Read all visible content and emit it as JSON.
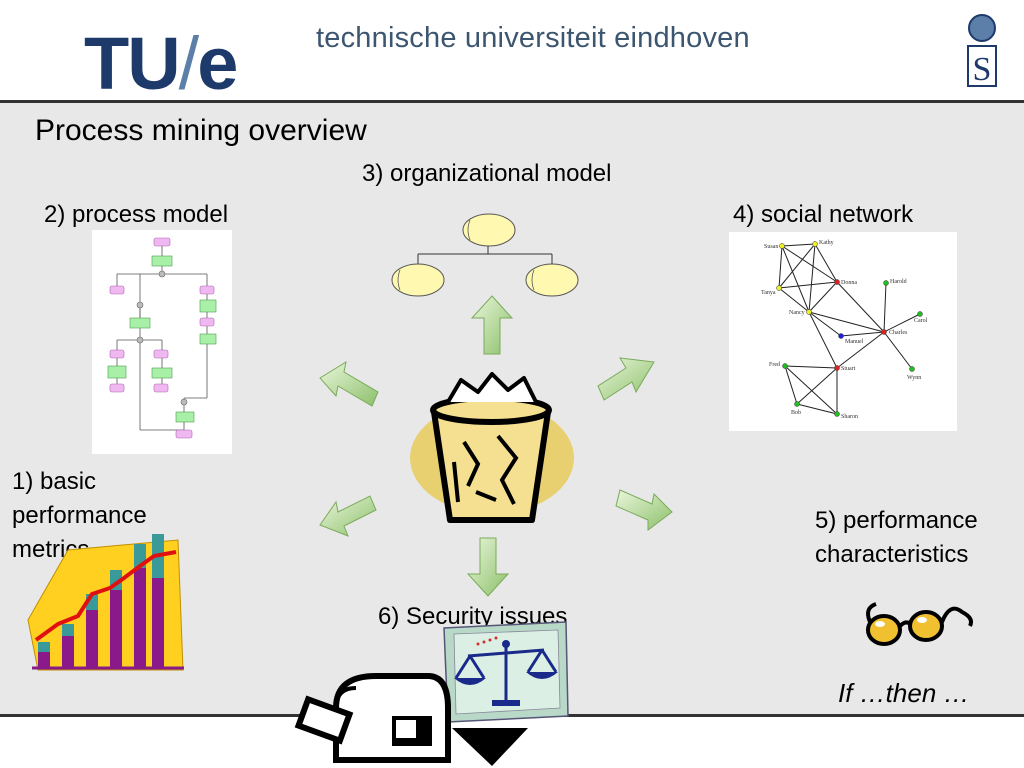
{
  "header": {
    "logo_text": "TU/e",
    "university_name": "technische universiteit eindhoven",
    "s_logo_letter": "S"
  },
  "title": "Process mining overview",
  "labels": {
    "org_model": "3) organizational model",
    "process_model": "2) process model",
    "social_network": "4) social network",
    "basic_metrics_l1": "1) basic",
    "basic_metrics_l2": "performance",
    "basic_metrics_l3": "metrics",
    "perf_char_l1": "5) performance",
    "perf_char_l2": "characteristics",
    "security": "6) Security issues",
    "if_then": "If …then …"
  },
  "social_network_nodes": [
    "Susan",
    "Kathy",
    "Tanya",
    "Donna",
    "Harold",
    "Nancy",
    "Carol",
    "Manuel",
    "Charles",
    "Fred",
    "Stuart",
    "Wynn",
    "Bob",
    "Sharon"
  ],
  "colors": {
    "brand": "#1d3a6b",
    "arrow_green": "#9ccc78",
    "panel_bg": "#e8e8e8",
    "org_box": "#fff8b0"
  }
}
